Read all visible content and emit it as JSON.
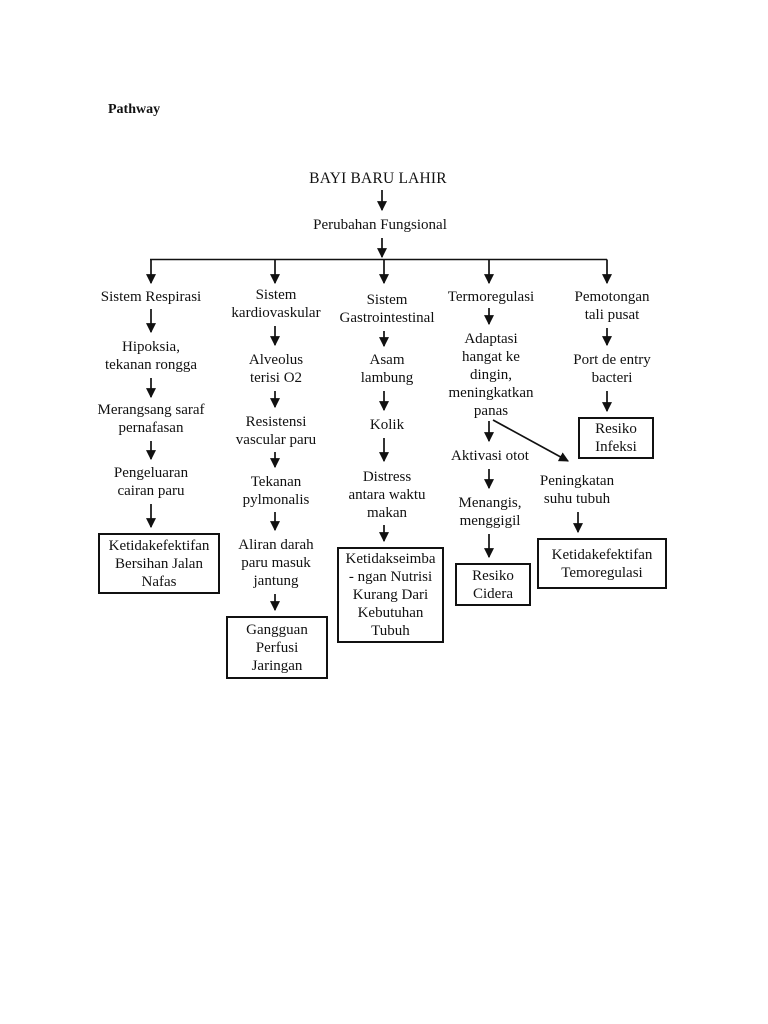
{
  "page": {
    "heading": "Pathway"
  },
  "colors": {
    "ink": "#111111",
    "paper": "#ffffff"
  },
  "flow": {
    "root": "BAYI BARU LAHIR",
    "trigger": "Perubahan Fungsional",
    "col1": {
      "title": "Sistem Respirasi",
      "step1": "Hipoksia,\ntekanan rongga",
      "step2": "Merangsang saraf\npernafasan",
      "step3": "Pengeluaran\ncairan paru",
      "outcome": "Ketidakefektifan\nBersihan Jalan\nNafas"
    },
    "col2": {
      "title": "Sistem\nkardiovaskular",
      "step1": "Alveolus\nterisi O2",
      "step2": "Resistensi\nvascular paru",
      "step3": "Tekanan\npylmonalis",
      "step4": "Aliran darah\nparu masuk\njantung",
      "outcome": "Gangguan\nPerfusi\nJaringan"
    },
    "col3": {
      "title": "Sistem\nGastrointestinal",
      "step1": "Asam\nlambung",
      "step2": "Kolik",
      "step3": "Distress\nantara waktu\nmakan",
      "outcome": "Ketidakseimba\n- ngan Nutrisi\nKurang Dari\nKebutuhan\nTubuh"
    },
    "col4": {
      "title": "Termoregulasi",
      "step1": "Adaptasi\nhangat ke\ndingin,\nmeningkatkan\npanas",
      "step2": "Aktivasi otot",
      "step3": "Menangis,\nmenggigil",
      "outcome": "Resiko\nCidera",
      "branch_step": "Peningkatan\nsuhu tubuh",
      "branch_outcome": "Ketidakefektifan\nTemoregulasi"
    },
    "col5": {
      "title": "Pemotongan\ntali pusat",
      "step1": "Port de entry\nbacteri",
      "outcome": "Resiko\nInfeksi"
    }
  }
}
